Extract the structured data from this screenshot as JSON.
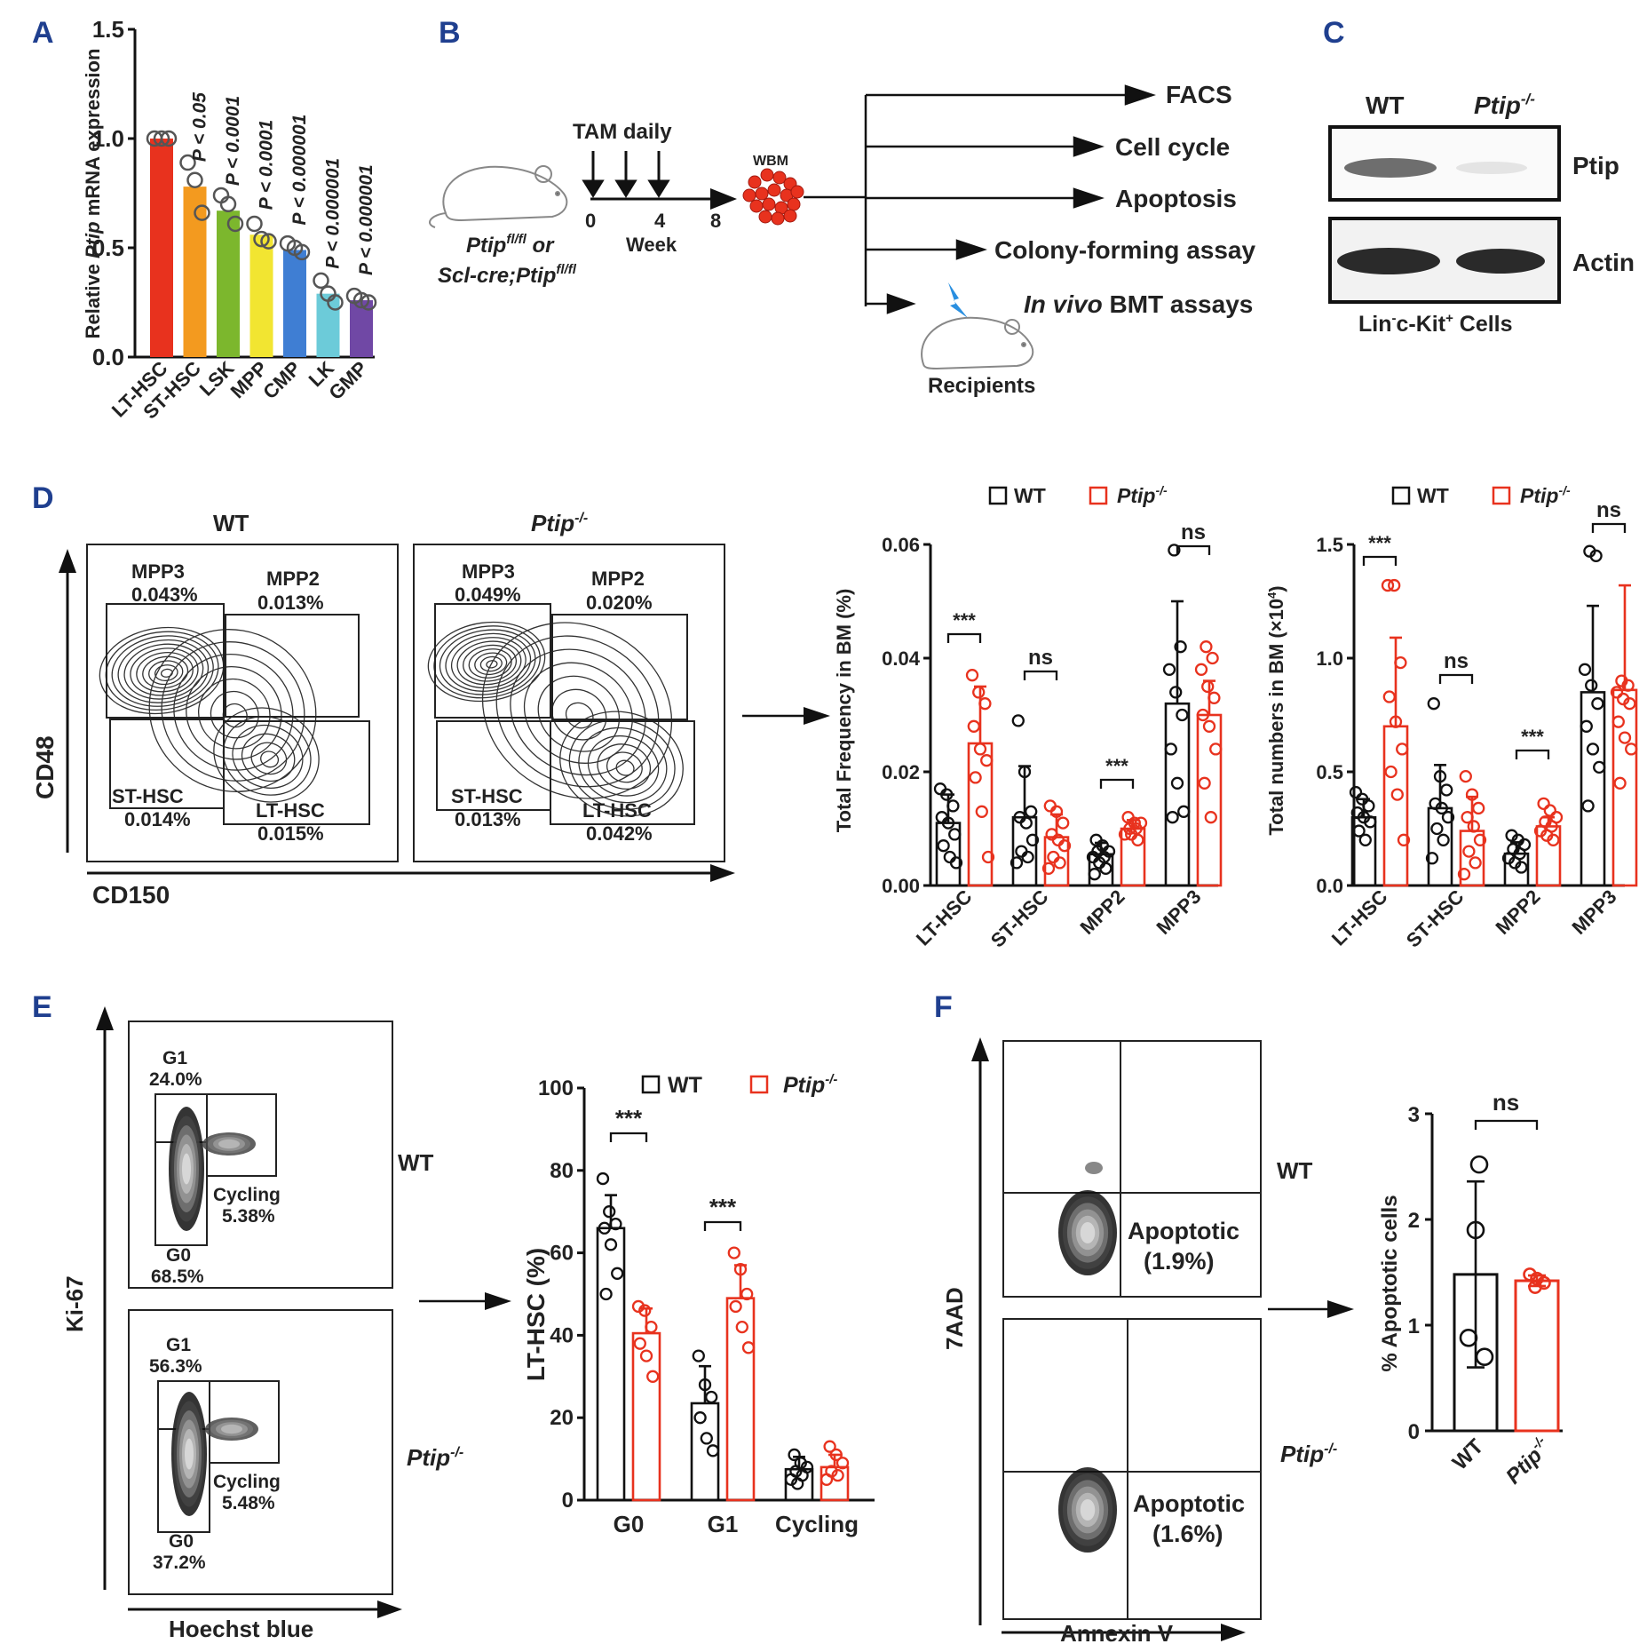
{
  "panels": {
    "A": {
      "label": "A",
      "ylabel_pre": "Relative ",
      "ylabel_gene": "Ptip",
      "ylabel_post": " mRNA expression",
      "ticks": [
        "0.0",
        "0.5",
        "1.0",
        "1.5"
      ],
      "pvalues": [
        "P < 0.05",
        "P < 0.0001",
        "P < 0.0001",
        "P < 0.000001",
        "P < 0.000001",
        "P < 0.000001"
      ]
    },
    "B": {
      "label": "B",
      "tam": "TAM daily",
      "timeline": [
        "0",
        "4",
        "8"
      ],
      "week": "Week",
      "wbm": "WBM",
      "genotype1": "Ptip",
      "genotype1_sup": "fl/fl",
      "genotype1_or": " or",
      "genotype2": "Scl-cre;Ptip",
      "genotype2_sup": "fl/fl",
      "outputs": [
        "FACS",
        "Cell cycle",
        "Apoptosis",
        "Colony-forming assay"
      ],
      "bmt_italic": "In vivo",
      "bmt_rest": " BMT assays",
      "recipients": "Recipients"
    },
    "C": {
      "label": "C",
      "wt": "WT",
      "ko": "Ptip",
      "ko_sup": "-/-",
      "band1": "Ptip",
      "band2": "Actin",
      "caption_a": "Lin",
      "caption_a_sup": "-",
      "caption_b": "c-Kit",
      "caption_b_sup": "+",
      "caption_c": " Cells"
    },
    "D": {
      "label": "D",
      "wt_title": "WT",
      "ko_title": "Ptip",
      "ko_sup": "-/-",
      "ylabel": "CD48",
      "xlabel": "CD150",
      "gates_wt": {
        "mpp3": "MPP3",
        "mpp3_v": "0.043%",
        "mpp2": "MPP2",
        "mpp2_v": "0.013%",
        "st": "ST-HSC",
        "st_v": "0.014%",
        "lt": "LT-HSC",
        "lt_v": "0.015%"
      },
      "gates_ko": {
        "mpp3": "MPP3",
        "mpp3_v": "0.049%",
        "mpp2": "MPP2",
        "mpp2_v": "0.020%",
        "st": "ST-HSC",
        "st_v": "0.013%",
        "lt": "LT-HSC",
        "lt_v": "0.042%"
      },
      "legend_wt": "WT",
      "legend_ko": "Ptip",
      "legend_ko_sup": "-/-",
      "freq_ylabel": "Total Frequency in BM (%)",
      "freq_ticks": [
        "0.00",
        "0.02",
        "0.04",
        "0.06"
      ],
      "freq_sig": [
        "***",
        "ns",
        "***",
        "ns"
      ],
      "num_ylabel": "Total numbers in BM (×10",
      "num_ylabel_sup": "4",
      "num_ylabel_end": ")",
      "num_ticks": [
        "0.0",
        "0.5",
        "1.0",
        "1.5"
      ],
      "num_sig": [
        "***",
        "ns",
        "***",
        "ns"
      ]
    },
    "E": {
      "label": "E",
      "ylabel": "Ki-67",
      "xlabel": "Hoechst blue",
      "wt": "WT",
      "ko": "Ptip",
      "ko_sup": "-/-",
      "wt_gates": {
        "g1": "G1",
        "g1_v": "24.0%",
        "cyc": "Cycling",
        "cyc_v": "5.38%",
        "g0": "G0",
        "g0_v": "68.5%"
      },
      "ko_gates": {
        "g1": "G1",
        "g1_v": "56.3%",
        "cyc": "Cycling",
        "cyc_v": "5.48%",
        "g0": "G0",
        "g0_v": "37.2%"
      },
      "bar_ylabel": "LT-HSC  (%)",
      "bar_ticks": [
        "0",
        "20",
        "40",
        "60",
        "80",
        "100"
      ],
      "legend_wt": "WT",
      "legend_ko": "Ptip",
      "legend_ko_sup": "-/-",
      "sig": [
        "***",
        "***"
      ]
    },
    "F": {
      "label": "F",
      "ylabel": "7AAD",
      "xlabel": "Annexin V",
      "wt": "WT",
      "ko": "Ptip",
      "ko_sup": "-/-",
      "wt_gate": "Apoptotic",
      "wt_gate_v": "(1.9%)",
      "ko_gate": "Apoptotic",
      "ko_gate_v": "(1.6%)",
      "bar_ylabel": "% Apoptotic cells",
      "bar_ticks": [
        "0",
        "1",
        "2",
        "3"
      ],
      "sig": "ns",
      "cat_wt": "WT",
      "cat_ko": "Ptip",
      "cat_ko_sup": "-/-"
    }
  },
  "colors": {
    "wt": "#111111",
    "ko": "#e8321e",
    "panel_label": "#1f3f8f"
  },
  "chart_data": [
    {
      "id": "A",
      "type": "bar",
      "ylabel": "Relative Ptip mRNA expression",
      "ylim": [
        0,
        1.5
      ],
      "categories": [
        "LT-HSC",
        "ST-HSC",
        "LSK",
        "MPP",
        "CMP",
        "LK",
        "GMP"
      ],
      "values": [
        1.0,
        0.78,
        0.67,
        0.56,
        0.49,
        0.29,
        0.26
      ],
      "colors": [
        "#e8321e",
        "#f39a1f",
        "#7cb72d",
        "#f2e531",
        "#3f7ed3",
        "#6ccbd9",
        "#7048a5"
      ],
      "points": [
        [
          1.0,
          1.0,
          1.0
        ],
        [
          0.89,
          0.81,
          0.66
        ],
        [
          0.74,
          0.7,
          0.61
        ],
        [
          0.61,
          0.54,
          0.53
        ],
        [
          0.52,
          0.5,
          0.48
        ],
        [
          0.35,
          0.29,
          0.25
        ],
        [
          0.28,
          0.26,
          0.25
        ]
      ]
    },
    {
      "id": "D-frequency",
      "type": "bar",
      "ylabel": "Total Frequency in BM (%)",
      "ylim": [
        0,
        0.06
      ],
      "categories": [
        "LT-HSC",
        "ST-HSC",
        "MPP2",
        "MPP3"
      ],
      "series": [
        {
          "name": "WT",
          "values": [
            0.011,
            0.012,
            0.0055,
            0.032
          ],
          "err": [
            0.005,
            0.009,
            0.002,
            0.018
          ],
          "points": [
            [
              0.017,
              0.016,
              0.014,
              0.012,
              0.011,
              0.009,
              0.007,
              0.005,
              0.004
            ],
            [
              0.029,
              0.02,
              0.013,
              0.012,
              0.011,
              0.008,
              0.006,
              0.005,
              0.004
            ],
            [
              0.008,
              0.007,
              0.006,
              0.006,
              0.005,
              0.005,
              0.004,
              0.003,
              0.002
            ],
            [
              0.059,
              0.042,
              0.038,
              0.034,
              0.03,
              0.024,
              0.018,
              0.013,
              0.012
            ]
          ]
        },
        {
          "name": "Ptip-/-",
          "values": [
            0.025,
            0.0085,
            0.01,
            0.03
          ],
          "err": [
            0.01,
            0.004,
            0.0015,
            0.006
          ],
          "points": [
            [
              0.037,
              0.034,
              0.032,
              0.028,
              0.024,
              0.022,
              0.019,
              0.013,
              0.005
            ],
            [
              0.014,
              0.013,
              0.011,
              0.009,
              0.008,
              0.007,
              0.005,
              0.004,
              0.003
            ],
            [
              0.012,
              0.011,
              0.011,
              0.01,
              0.01,
              0.009,
              0.009,
              0.008
            ],
            [
              0.042,
              0.04,
              0.038,
              0.035,
              0.033,
              0.03,
              0.028,
              0.024,
              0.018,
              0.012
            ]
          ]
        }
      ]
    },
    {
      "id": "D-numbers",
      "type": "bar",
      "ylabel": "Total numbers in BM (×10^4)",
      "ylim": [
        0,
        1.5
      ],
      "categories": [
        "LT-HSC",
        "ST-HSC",
        "MPP2",
        "MPP3"
      ],
      "series": [
        {
          "name": "WT",
          "values": [
            0.3,
            0.34,
            0.14,
            0.85
          ],
          "err": [
            0.08,
            0.19,
            0.05,
            0.38
          ],
          "points": [
            [
              0.41,
              0.38,
              0.35,
              0.32,
              0.3,
              0.28,
              0.24,
              0.2
            ],
            [
              0.8,
              0.48,
              0.42,
              0.36,
              0.34,
              0.3,
              0.25,
              0.2,
              0.12
            ],
            [
              0.22,
              0.2,
              0.18,
              0.16,
              0.14,
              0.12,
              0.1,
              0.08
            ],
            [
              1.47,
              1.45,
              0.95,
              0.88,
              0.8,
              0.7,
              0.6,
              0.52,
              0.35
            ]
          ]
        },
        {
          "name": "Ptip-/-",
          "values": [
            0.7,
            0.24,
            0.26,
            0.86
          ],
          "err": [
            0.39,
            0.15,
            0.04,
            0.46
          ],
          "points": [
            [
              1.32,
              1.32,
              0.98,
              0.83,
              0.72,
              0.6,
              0.5,
              0.4,
              0.2
            ],
            [
              0.48,
              0.4,
              0.34,
              0.3,
              0.26,
              0.2,
              0.15,
              0.1,
              0.05
            ],
            [
              0.36,
              0.33,
              0.3,
              0.28,
              0.26,
              0.24,
              0.22,
              0.2
            ],
            [
              0.9,
              0.88,
              0.85,
              0.82,
              0.8,
              0.72,
              0.65,
              0.6,
              0.45
            ]
          ]
        }
      ]
    },
    {
      "id": "E",
      "type": "bar",
      "ylabel": "LT-HSC (%)",
      "ylim": [
        0,
        100
      ],
      "categories": [
        "G0",
        "G1",
        "Cycling"
      ],
      "series": [
        {
          "name": "WT",
          "values": [
            66,
            23.5,
            7.5
          ],
          "err": [
            8,
            9,
            3
          ],
          "points": [
            [
              78,
              70,
              67,
              66,
              62,
              55,
              50
            ],
            [
              35,
              28,
              25,
              20,
              15,
              12
            ],
            [
              11,
              9,
              8,
              7,
              6,
              5,
              4
            ]
          ]
        },
        {
          "name": "Ptip-/-",
          "values": [
            40.5,
            49,
            8
          ],
          "err": [
            6,
            8,
            3
          ],
          "points": [
            [
              47,
              46,
              42,
              38,
              35,
              30
            ],
            [
              60,
              56,
              50,
              47,
              42,
              37
            ],
            [
              13,
              11,
              9,
              7,
              6,
              5
            ]
          ]
        }
      ]
    },
    {
      "id": "F",
      "type": "bar",
      "ylabel": "% Apoptotic cells",
      "ylim": [
        0,
        3
      ],
      "categories": [
        "WT",
        "Ptip-/-"
      ],
      "values": [
        1.48,
        1.42
      ],
      "err": [
        0.88,
        0.05
      ],
      "points": [
        [
          2.52,
          1.9,
          0.88,
          0.7
        ],
        [
          1.48,
          1.44,
          1.4,
          1.36
        ]
      ]
    }
  ]
}
